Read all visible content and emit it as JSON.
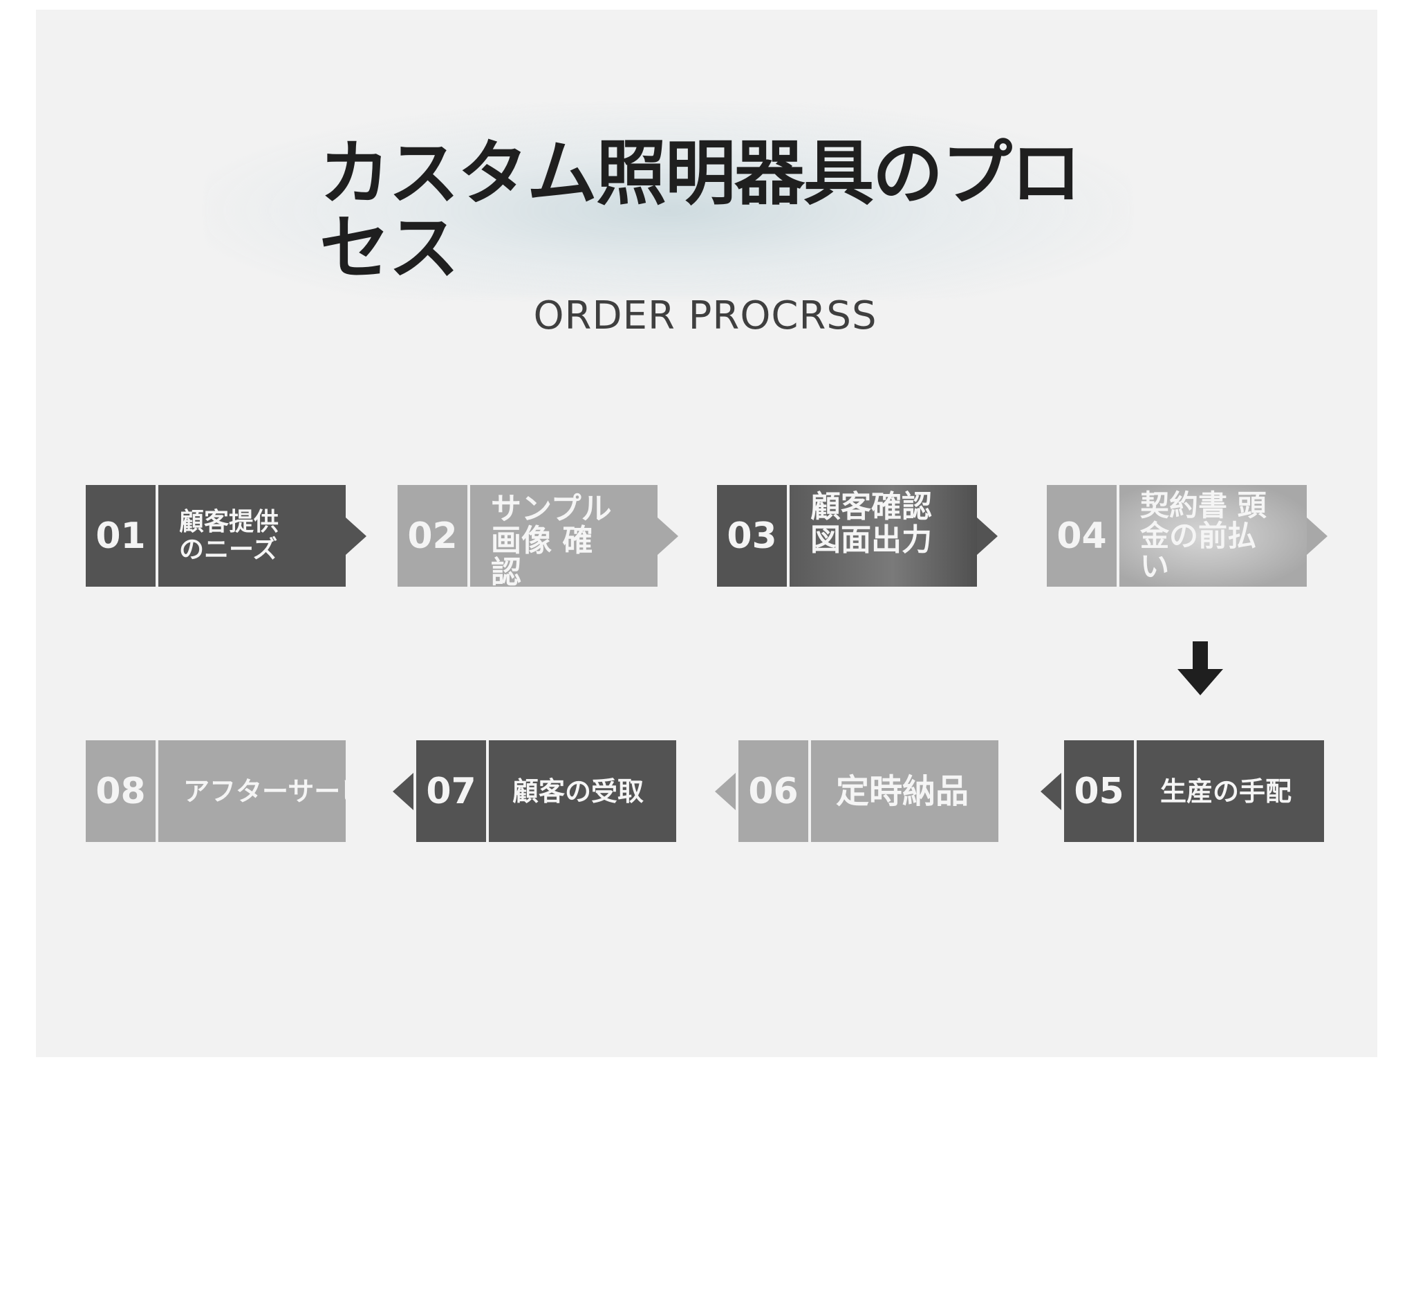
{
  "title": "カスタム照明器具のプロセス",
  "subtitle": "ORDER PROCRSS",
  "colors": {
    "dark": "#535353",
    "light": "#a8a8a8",
    "background": "#f2f2f2"
  },
  "steps": [
    {
      "number": "01",
      "label": "顧客提供のニーズ",
      "shade": "dark"
    },
    {
      "number": "02",
      "label": "サンプル画像 確認",
      "shade": "light"
    },
    {
      "number": "03",
      "label": "顧客確認 図面出力",
      "shade": "dark"
    },
    {
      "number": "04",
      "label": "契約書 頭金の前払い",
      "shade": "light"
    },
    {
      "number": "05",
      "label": "生産の手配",
      "shade": "dark"
    },
    {
      "number": "06",
      "label": "定時納品",
      "shade": "light"
    },
    {
      "number": "07",
      "label": "顧客の受取",
      "shade": "dark"
    },
    {
      "number": "08",
      "label": "アフターサービス",
      "shade": "light"
    }
  ]
}
